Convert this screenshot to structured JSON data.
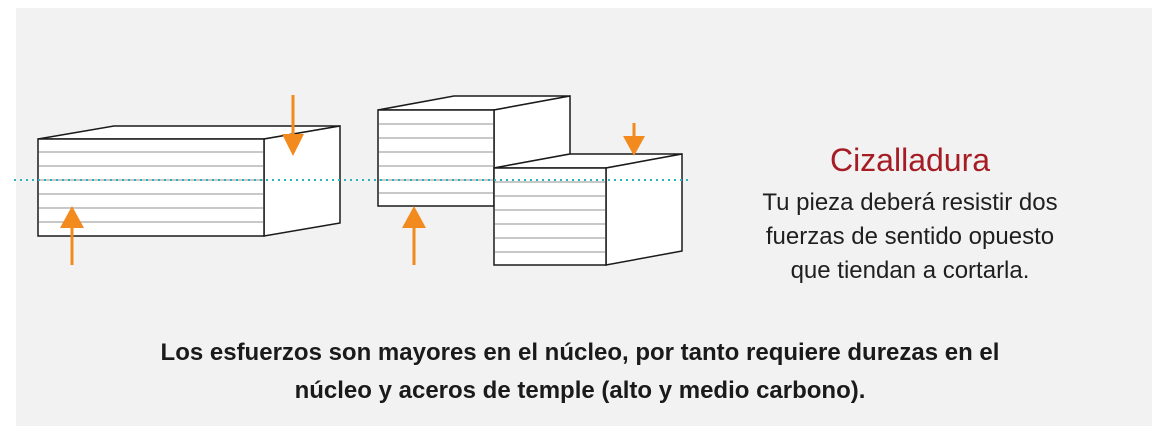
{
  "diagram": {
    "title": "Cizalladura",
    "description_lines": [
      "Tu pieza deberá resistir dos",
      "fuerzas de sentido opuesto",
      "que tiendan a cortarla."
    ],
    "footer_lines": [
      "Los esfuerzos son mayores en el núcleo, por tanto requiere durezas en el",
      "núcleo y aceros de temple (alto y medio carbono)."
    ],
    "colors": {
      "arrow": "#f28a1e",
      "title": "#a51c24",
      "neutral_line": "#2bb3b8",
      "layer_line": "#b5b5b5",
      "outline": "#1a1a1a",
      "panel": "#f2f2f2"
    }
  }
}
